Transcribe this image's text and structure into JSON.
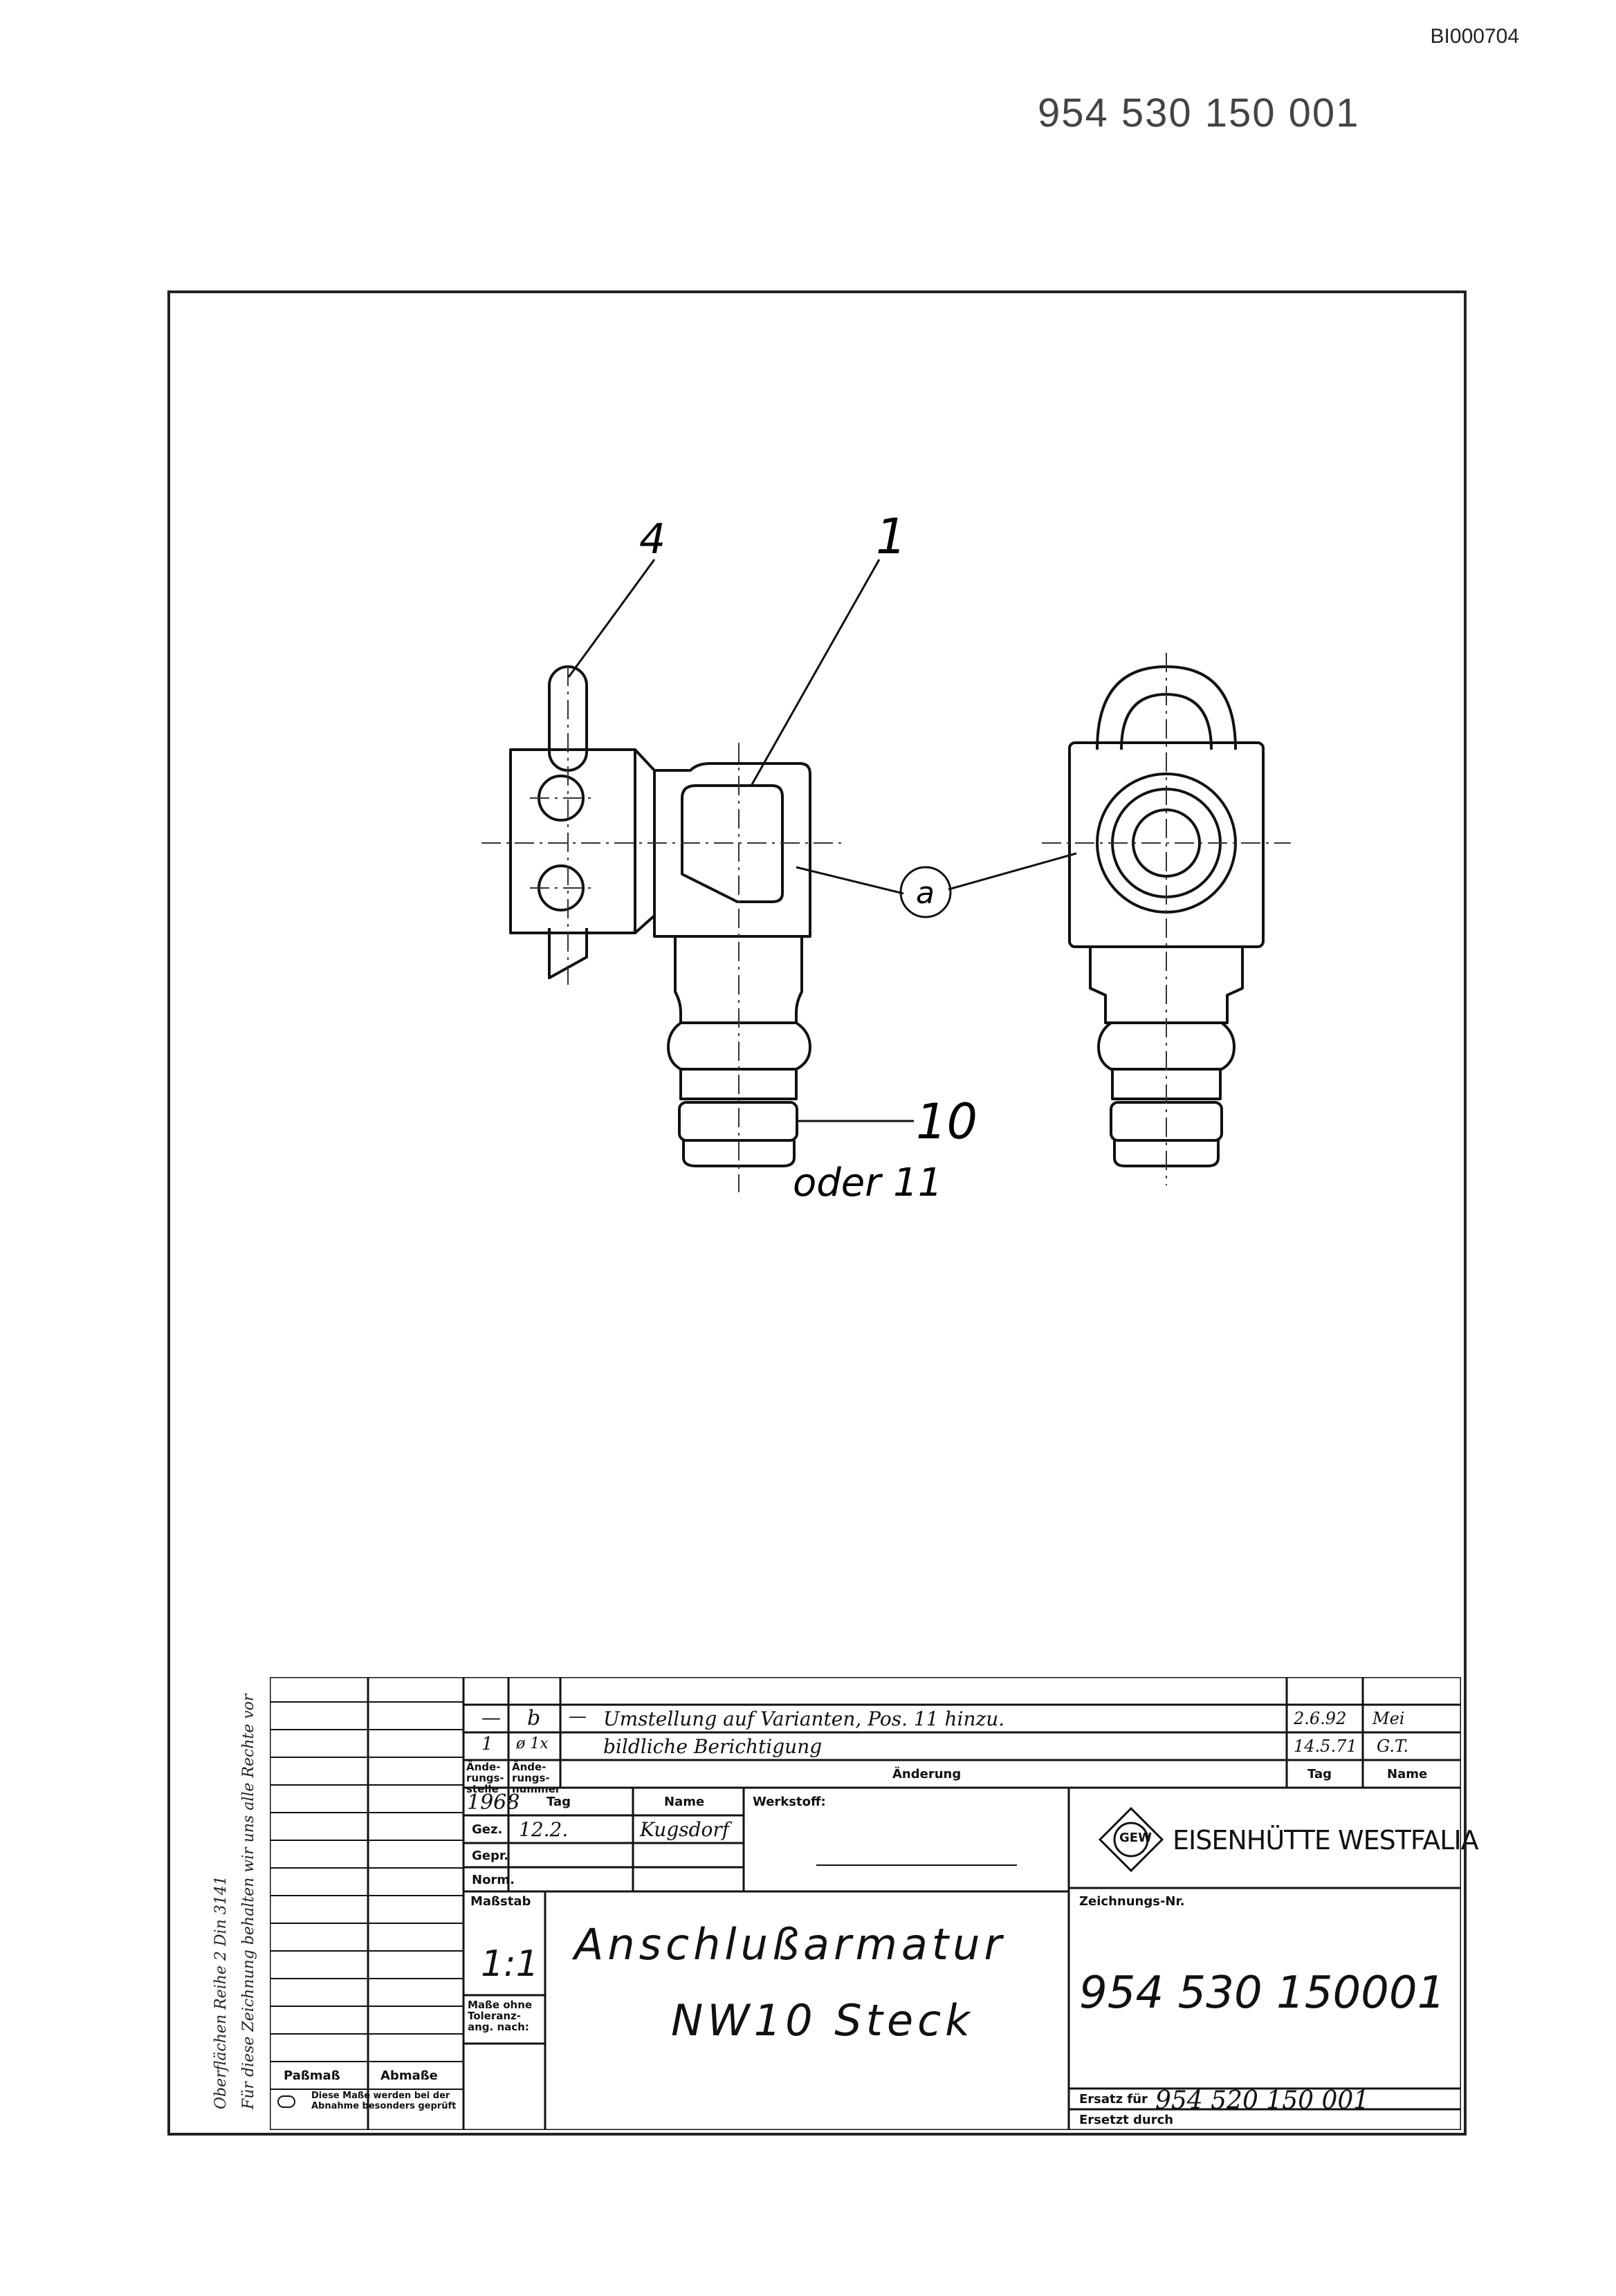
{
  "header": {
    "doc_id": "BI000704",
    "doc_number": "954 530 150 001"
  },
  "drawing": {
    "callouts": {
      "pos_4": "4",
      "pos_1": "1",
      "pos_a": "a",
      "pos_10": "10",
      "pos_11": "oder 11"
    }
  },
  "side_note": {
    "line1": "Oberflächen Reihe 2 Din 3141",
    "line2": "Für diese Zeichnung behalten wir uns alle Rechte vor"
  },
  "title_block": {
    "revisions": [
      {
        "mark": "—",
        "change_no": "b",
        "count": "—",
        "description": "Umstellung auf Varianten, Pos. 11 hinzu.",
        "date": "2.6.92",
        "name": "Mei"
      },
      {
        "mark": "1",
        "change_no": "ø 1x",
        "count": "",
        "description": "bildliche Berichtigung",
        "date": "14.5.71",
        "name": "G.T."
      }
    ],
    "revision_headers": {
      "col1": "Ände-rungs-stelle",
      "col2": "Ände-rungs-nummer",
      "change": "Änderung",
      "date": "Tag",
      "name": "Name"
    },
    "process": {
      "year": "1968",
      "tag_header": "Tag",
      "name_header": "Name",
      "rows": [
        {
          "label": "Gez.",
          "tag": "12.2.",
          "name": "Kugsdorf"
        },
        {
          "label": "Gepr.",
          "tag": "",
          "name": ""
        },
        {
          "label": "Norm.",
          "tag": "",
          "name": ""
        }
      ]
    },
    "material_label": "Werkstoff:",
    "company": "EISENHÜTTE WESTFALIA",
    "logo_letters": "GEW",
    "scale_label": "Maßstab",
    "scale": "1:1",
    "tolerance_label": "Maße ohne Toleranz-ang. nach:",
    "title_line1": "Anschlußarmatur",
    "title_line2": "NW10 Steck",
    "drawing_no_label": "Zeichnungs-Nr.",
    "drawing_no": "954 530 150001",
    "replaces_label": "Ersatz für",
    "replaces": "954 520 150 001",
    "replaced_by_label": "Ersetzt durch",
    "check_labels": {
      "pass": "Paßmaß",
      "dev": "Abmaße"
    },
    "note_box": "Diese Maße werden bei der Abnahme besonders geprüft"
  }
}
